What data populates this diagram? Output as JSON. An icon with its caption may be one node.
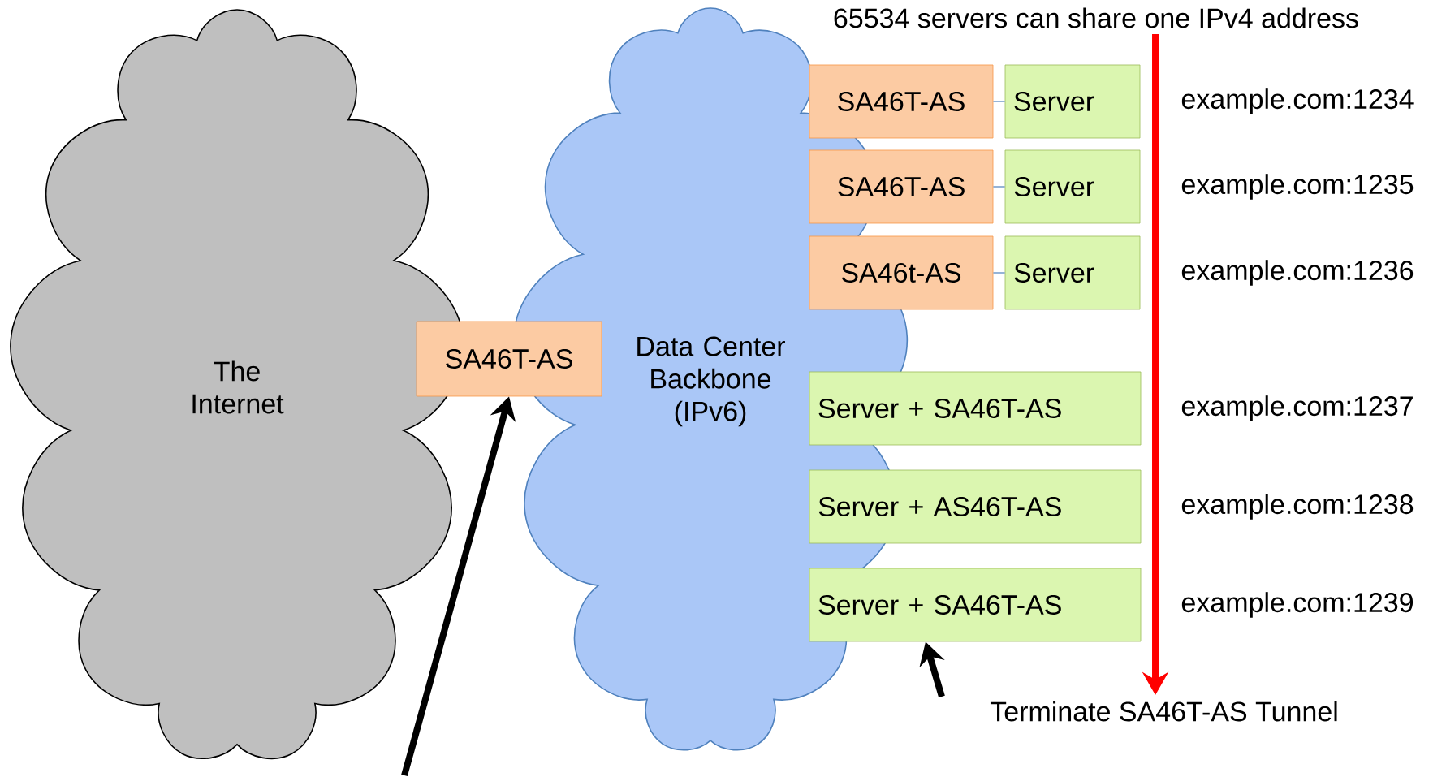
{
  "diagram": {
    "nodes": [
      {
        "text": [
          "The Internet"
        ]
      },
      {
        "text": [
          "SA46T-AS"
        ]
      },
      {
        "text": [
          "Data Center Backbone (IPv6)"
        ]
      },
      {
        "text": [
          "65534 servers can share one IPv4 address"
        ]
      },
      {
        "text": [
          "SA46T-AS"
        ]
      },
      {
        "text": [
          "Server"
        ],
        "beside": [
          "example.com:1234"
        ]
      },
      {
        "text": [
          "SA46T-AS"
        ]
      },
      {
        "text": [
          "Server"
        ],
        "beside": [
          "example.com:1235"
        ]
      },
      {
        "text": [
          "SA46t-AS"
        ]
      },
      {
        "text": [
          "Server"
        ],
        "beside": [
          "example.com:1236"
        ]
      },
      {
        "text": [
          "Server + SA46T-AS"
        ],
        "beside": [
          "example.com:1237"
        ]
      },
      {
        "text": [
          "Server + AS46T-AS"
        ],
        "beside": [
          "example.com:1238"
        ]
      },
      {
        "text": [
          "Server + SA46T-AS"
        ],
        "beside": [
          "example.com:1239"
        ]
      },
      {
        "text": [
          "Terminate SA46T-AS Tunnel"
        ]
      }
    ],
    "edges": [
      {
        "from": 4,
        "to": 5,
        "arrow": "none",
        "color": "#4f81bd"
      },
      {
        "from": 6,
        "to": 7,
        "arrow": "none",
        "color": "#4f81bd"
      },
      {
        "from": 8,
        "to": 9,
        "arrow": "none",
        "color": "#4f81bd"
      },
      {
        "from": 3,
        "to": 13,
        "arrow": "to",
        "style": "thick",
        "color": "#ff0000"
      },
      {
        "from": null,
        "to": 1,
        "arrow": "to",
        "style": "thick",
        "color": "#000000"
      },
      {
        "from": 13,
        "to": 12,
        "arrow": "to",
        "style": "thick",
        "color": "#000000"
      }
    ]
  }
}
